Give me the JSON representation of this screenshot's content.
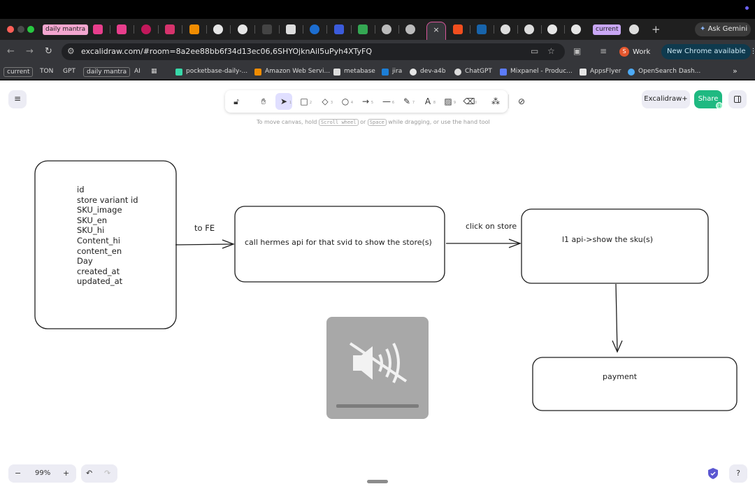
{
  "browser": {
    "tabs": {
      "pill_daily_mantra": "daily mantra",
      "pill_current": "current",
      "active_close": "×",
      "new_tab": "+",
      "ask_gemini": "Ask Gemini"
    },
    "toolbar": {
      "url": "excalidraw.com/#room=8a2ee88bb6f34d13ec06,6SHYOjknAil5uPyh4XTyFQ",
      "profile_initial": "S",
      "profile_name": "Work",
      "update_label": "New Chrome available"
    },
    "bookmarks": [
      {
        "label": "current"
      },
      {
        "label": "TON"
      },
      {
        "label": "GPT"
      },
      {
        "label": "daily mantra"
      },
      {
        "label": "AI"
      },
      {
        "label": "pocketbase-daily-..."
      },
      {
        "label": "Amazon Web Servi..."
      },
      {
        "label": "metabase"
      },
      {
        "label": "jira"
      },
      {
        "label": "dev-a4b"
      },
      {
        "label": "ChatGPT"
      },
      {
        "label": "Mixpanel - Produc..."
      },
      {
        "label": "AppsFlyer"
      },
      {
        "label": "OpenSearch Dash..."
      }
    ],
    "bookmarks_more": "»"
  },
  "excalidraw": {
    "tools": [
      {
        "key": "",
        "name": "lock"
      },
      {
        "key": "",
        "name": "hand"
      },
      {
        "key": "1",
        "name": "selection"
      },
      {
        "key": "2",
        "name": "rectangle"
      },
      {
        "key": "3",
        "name": "diamond"
      },
      {
        "key": "4",
        "name": "ellipse"
      },
      {
        "key": "5",
        "name": "arrow"
      },
      {
        "key": "6",
        "name": "line"
      },
      {
        "key": "7",
        "name": "draw"
      },
      {
        "key": "8",
        "name": "text"
      },
      {
        "key": "9",
        "name": "image"
      },
      {
        "key": "0",
        "name": "eraser"
      }
    ],
    "hint_prefix": "To move canvas, hold",
    "hint_key1": "Scroll wheel",
    "hint_or": "or",
    "hint_key2": "Space",
    "hint_suffix": "while dragging, or use the hand tool",
    "excalidraw_plus": "Excalidraw+",
    "share": "Share",
    "share_badge": "1",
    "zoom": "99%",
    "zoom_out": "−",
    "zoom_in": "+",
    "help": "?"
  },
  "diagram": {
    "fields": [
      "id",
      "store variant id",
      "SKU_image",
      "SKU_en",
      "SKU_hi",
      "Content_hi",
      "content_en",
      "Day",
      "created_at",
      "updated_at"
    ],
    "arrow1_label": "to FE",
    "box2_text": "call hermes api for that svid to show the store(s)",
    "arrow2_label": "click on store",
    "box3_text": "l1 api->show the sku(s)",
    "box4_text": "payment"
  }
}
